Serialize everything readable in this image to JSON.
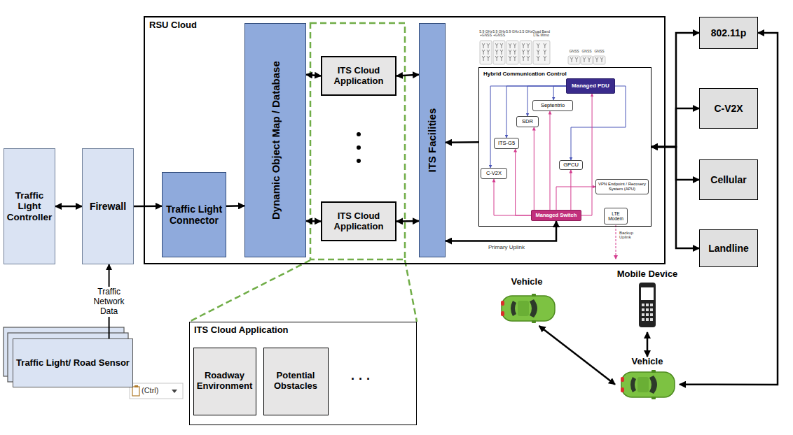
{
  "diagram": {
    "nodes": [
      {
        "text": [
          "RSU Cloud"
        ]
      },
      {
        "text": [
          "Dynamic Object Map / Database"
        ],
        "in": 0
      },
      {
        "text": [
          "ITS Cloud Application"
        ],
        "in": 0
      },
      {
        "text": [
          "ITS Cloud Application"
        ],
        "in": 0
      },
      {
        "text": [
          "ITS Facilities"
        ],
        "in": 0
      },
      {
        "text": [
          "Hybrid Communication Control"
        ],
        "in": 0
      },
      {
        "text": [
          "Managed PDU"
        ],
        "in": 5
      },
      {
        "text": [
          "Septentrio"
        ],
        "in": 5
      },
      {
        "text": [
          "SDR"
        ],
        "in": 5
      },
      {
        "text": [
          "ITS-G5"
        ],
        "in": 5
      },
      {
        "text": [
          "C-V2X"
        ],
        "in": 5
      },
      {
        "text": [
          "GPCU"
        ],
        "in": 5
      },
      {
        "text": [
          "VPN Endpoint / Recovery System (APU)"
        ],
        "in": 5
      },
      {
        "text": [
          "Managed Switch"
        ],
        "in": 5
      },
      {
        "text": [
          "LTE Modem"
        ],
        "in": 5
      },
      {
        "text": [
          "Traffic Light Connector"
        ],
        "in": 0
      },
      {
        "text": [
          "Traffic Light Controller"
        ]
      },
      {
        "text": [
          "Firewall"
        ]
      },
      {
        "text": [
          "Traffic Light/ Road Sensor"
        ]
      },
      {
        "text": [
          "ITS Cloud Application"
        ]
      },
      {
        "text": [
          "Roadway Environment"
        ],
        "in": 19
      },
      {
        "text": [
          "Potential Obstacles"
        ],
        "in": 19
      },
      {
        "text": [
          "802.11p"
        ]
      },
      {
        "text": [
          "C-V2X"
        ]
      },
      {
        "text": [
          "Cellular"
        ]
      },
      {
        "text": [
          "Landline"
        ]
      },
      {
        "text": [
          "Vehicle"
        ]
      },
      {
        "text": [
          "Mobile Device"
        ]
      },
      {
        "text": [
          "Vehicle"
        ]
      }
    ],
    "edges": [
      {
        "from": 16,
        "to": 17,
        "arrow": "both"
      },
      {
        "from": 17,
        "to": 15,
        "arrow": "to"
      },
      {
        "from": 15,
        "to": 1,
        "arrow": "to"
      },
      {
        "from": 1,
        "to": 2,
        "arrow": "both"
      },
      {
        "from": 1,
        "to": 3,
        "arrow": "both"
      },
      {
        "from": 2,
        "to": 4,
        "arrow": "both"
      },
      {
        "from": 3,
        "to": 4,
        "arrow": "both"
      },
      {
        "from": 18,
        "to": 17,
        "arrow": "to",
        "label": "Traffic Network Data"
      },
      {
        "from": 5,
        "to": 4,
        "arrow": "to"
      },
      {
        "from": 4,
        "to": 13,
        "arrow": "both"
      },
      {
        "from": 5,
        "to": 22,
        "arrow": "both"
      },
      {
        "from": 5,
        "to": 23,
        "arrow": "both"
      },
      {
        "from": 5,
        "to": 24,
        "arrow": "both"
      },
      {
        "from": 5,
        "to": 25,
        "arrow": "both"
      },
      {
        "from": 22,
        "to": 28,
        "arrow": "both"
      },
      {
        "from": 26,
        "to": 28,
        "arrow": "both"
      },
      {
        "from": 27,
        "to": 28,
        "arrow": "both"
      },
      {
        "from": 6,
        "to": 9,
        "arrow": "to"
      },
      {
        "from": 6,
        "to": 10,
        "arrow": "to"
      },
      {
        "from": 6,
        "to": 8,
        "arrow": "to"
      },
      {
        "from": 6,
        "to": 7,
        "arrow": "to"
      },
      {
        "from": 6,
        "to": 11,
        "arrow": "to"
      },
      {
        "from": 13,
        "to": 10,
        "arrow": "to"
      },
      {
        "from": 13,
        "to": 9,
        "arrow": "to"
      },
      {
        "from": 13,
        "to": 8,
        "arrow": "to"
      },
      {
        "from": 13,
        "to": 7,
        "arrow": "to"
      },
      {
        "from": 13,
        "to": 6,
        "arrow": "to"
      },
      {
        "from": 13,
        "to": 12,
        "arrow": "to"
      },
      {
        "from": 13,
        "to": 11,
        "arrow": "to"
      }
    ],
    "labels": [
      "5.9 GHz +GNSS",
      "5.9 GHz +GNSS",
      "5.9 GHz",
      "3.5 GHz",
      "Quad Band LTE Mimo",
      "GNSS",
      "GNSS",
      "GNSS",
      "Primary Uplink",
      "Backup Uplink",
      "· · ·",
      "(Ctrl)"
    ]
  }
}
